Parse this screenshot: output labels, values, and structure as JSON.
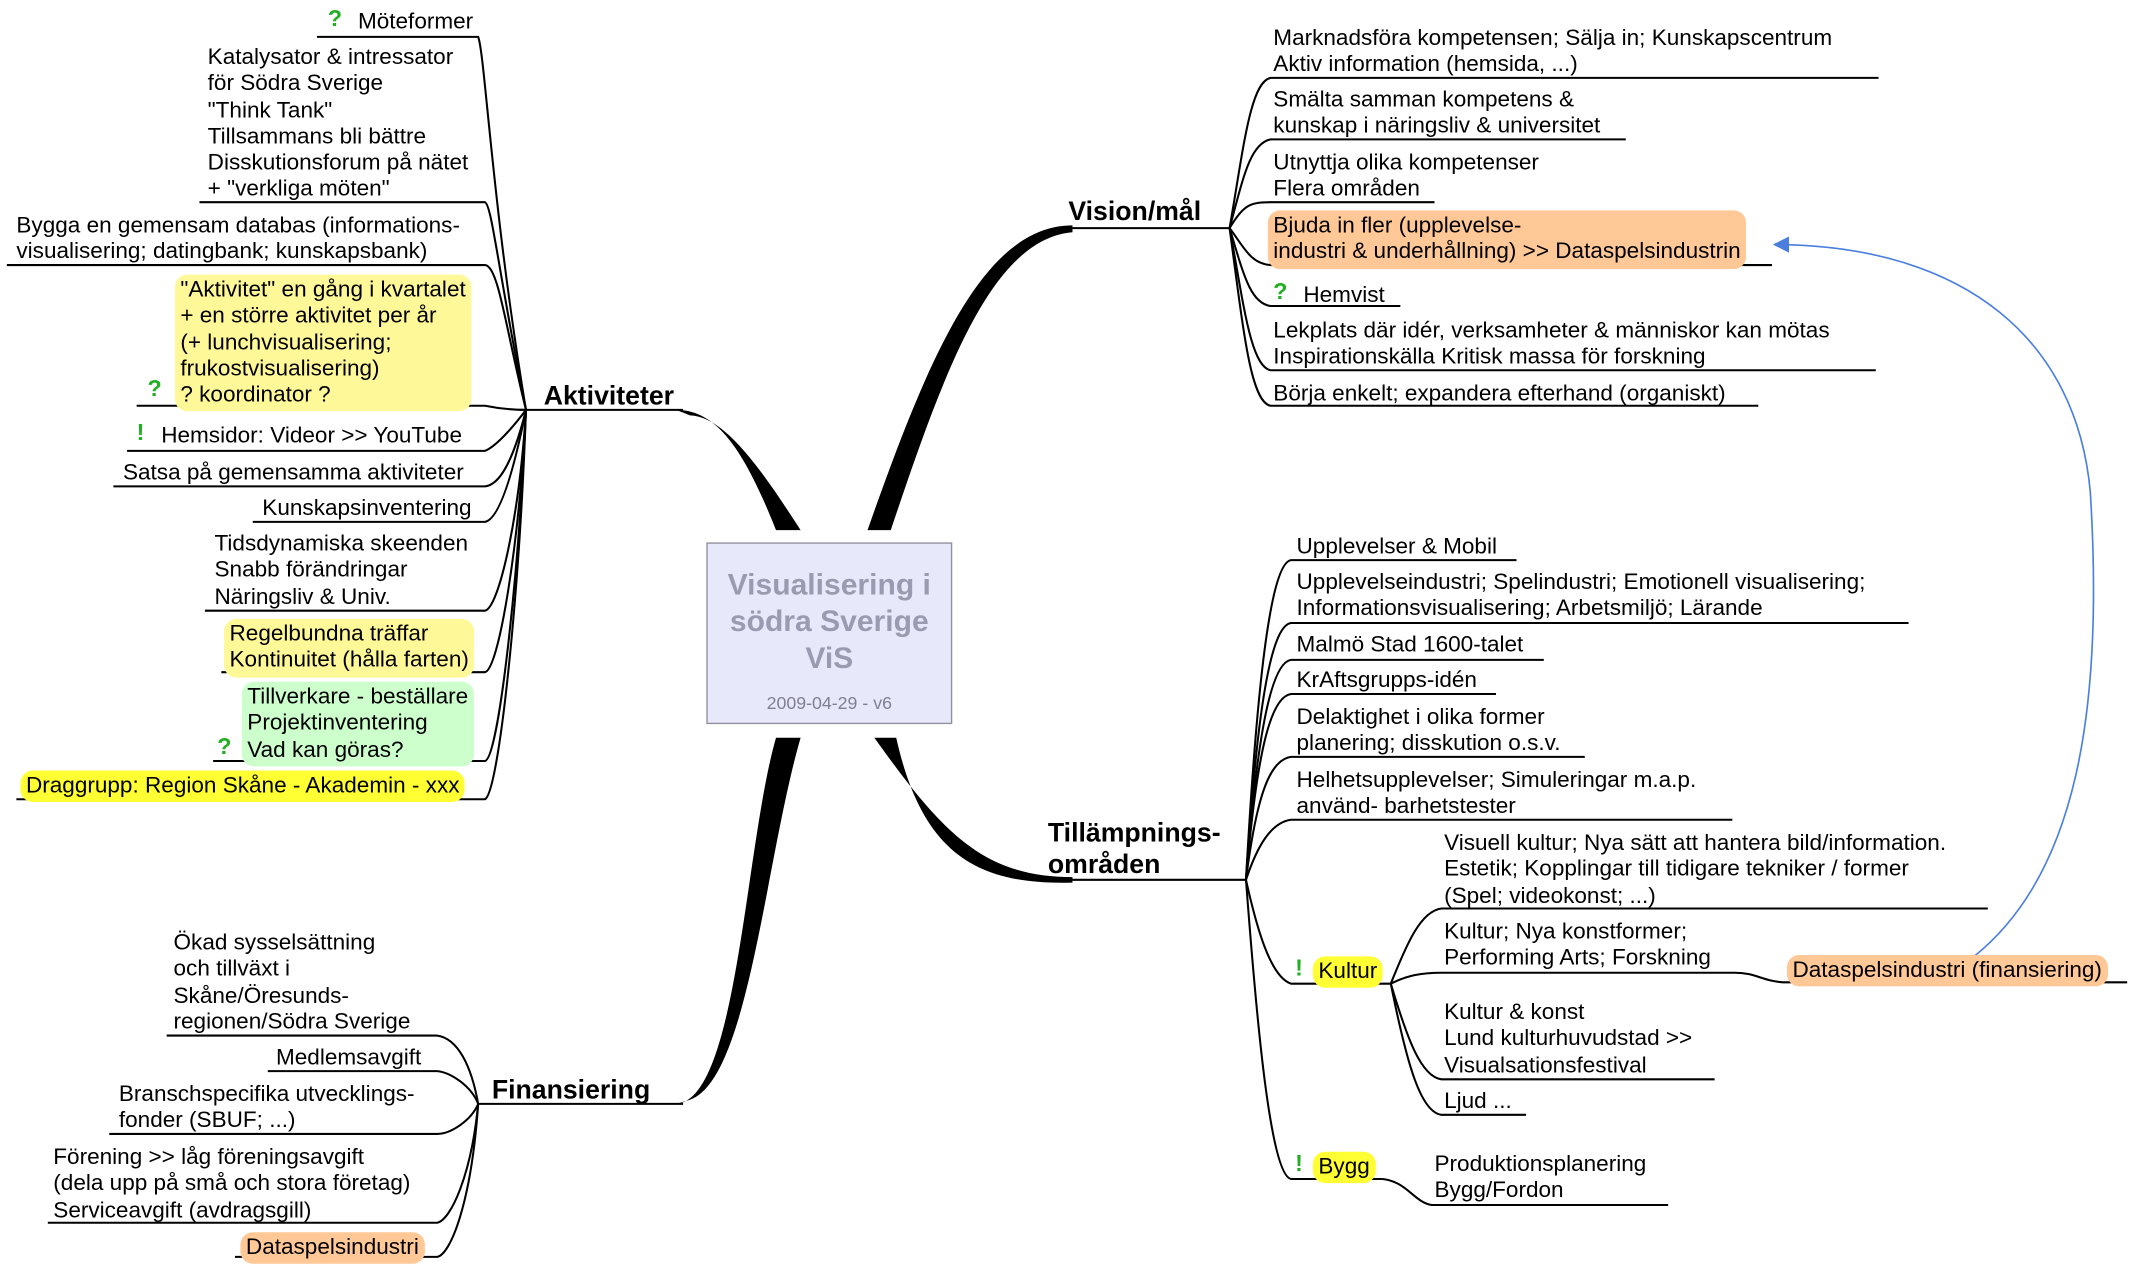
{
  "center": {
    "title": "Visualisering i\nsödra Sverige\nViS",
    "date": "2009-04-29 - v6"
  },
  "branches": {
    "aktiviteter": "Aktiviteter",
    "vision": "Vision/mål",
    "tillampning": "Tillämpnings-\nområden",
    "finansiering": "Finansiering"
  },
  "aktiviteter": {
    "moteformer": "Möteformer",
    "katalysator": "Katalysator & intressator\nför Södra Sverige\n\"Think Tank\"\nTillsammans bli bättre\nDisskutionsforum på nätet\n+ \"verkliga möten\"",
    "databas": "Bygga en gemensam databas (informations-\nvisualisering; datingbank; kunskapsbank)",
    "aktivitet_kvartal": "\"Aktivitet\" en gång i kvartalet\n+ en större aktivitet per år\n(+ lunchvisualisering;\nfrukostvisualisering)\n? koordinator ?",
    "hemsidor": "Hemsidor: Videor >> YouTube",
    "satsa": "Satsa på gemensamma aktiviteter",
    "kunskapsinventering": "Kunskapsinventering",
    "tidsdynamiska": "Tidsdynamiska skeenden\nSnabb förändringar\nNäringsliv & Univ.",
    "regelbundna": "Regelbundna träffar\nKontinuitet (hålla farten)",
    "tillverkare": "Tillverkare - beställare\nProjektinventering\nVad kan göras?",
    "draggrupp": "Draggrupp: Region Skåne - Akademin - xxx"
  },
  "vision": {
    "marknadsfora": "Marknadsföra kompetensen; Sälja in; Kunskapscentrum\nAktiv information (hemsida, ...)",
    "smalta": "Smälta samman kompetens &\nkunskap i näringsliv & universitet",
    "utnyttja": "Utnyttja olika kompetenser\nFlera områden",
    "bjuda": "Bjuda in fler (upplevelse-\nindustri & underhållning) >> Dataspelsindustrin",
    "hemvist": "Hemvist",
    "lekplats": "Lekplats där idér, verksamheter & människor kan mötas\nInspirationskälla Kritisk massa för forskning",
    "borja": "Börja enkelt; expandera efterhand (organiskt)"
  },
  "tillampning": {
    "upplevelser_mobil": "Upplevelser & Mobil",
    "upplevelseindustri": "Upplevelseindustri; Spelindustri; Emotionell visualisering;\nInformationsvisualisering; Arbetsmiljö; Lärande",
    "malmo": "Malmö Stad 1600-talet",
    "kraftsgrupp": "KrAftsgrupps-idén",
    "delaktighet": "Delaktighet i olika former\nplanering; disskution o.s.v.",
    "helhets": "Helhetsupplevelser; Simuleringar m.a.p.\nanvänd- barhetstester",
    "kultur": "Kultur",
    "visuell_kultur": "Visuell kultur; Nya sätt att hantera bild/information.\nEstetik; Kopplingar till tidigare tekniker / former\n(Spel; videokonst; ...)",
    "kultur_nya": "Kultur; Nya konstformer;\nPerforming Arts; Forskning",
    "dataspel_fin": "Dataspelsindustri (finansiering)",
    "kultur_konst": "Kultur & konst\nLund kulturhuvudstad >>\nVisualsationsfestival",
    "ljud": "Ljud ...",
    "bygg": "Bygg",
    "produktion": "Produktionsplanering\nBygg/Fordon"
  },
  "finansiering": {
    "okad": "Ökad sysselsättning\noch tillväxt i\nSkåne/Öresunds-\nregionen/Södra Sverige",
    "medlemsavgift": "Medlemsavgift",
    "bransch": "Branschspecifika utvecklings-\nfonder (SBUF; ...)",
    "forening": "Förening >> låg föreningsavgift\n(dela upp på små och stora företag)\nServiceavgift (avdragsgill)",
    "dataspelsindustri": "Dataspelsindustri"
  },
  "icons": {
    "question": "?",
    "exclamation": "!"
  },
  "colors": {
    "highlight_yellow": "#fff899",
    "highlight_bright_yellow": "#ffff33",
    "highlight_green": "#ccffcc",
    "highlight_orange": "#ffc896",
    "center_fill": "#e8e8fb",
    "center_text": "#9a9ab0",
    "arrow_link": "#4a7fe0",
    "icon_green": "#22b022"
  }
}
